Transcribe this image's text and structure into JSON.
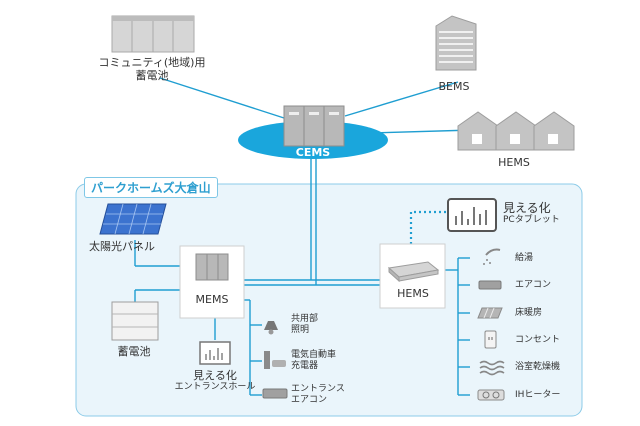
{
  "area_title": "パークホームズ大倉山",
  "cems_label": "CEMS",
  "community_battery": [
    "コミュニティ(地域)用",
    "蓄電池"
  ],
  "bems_label": "BEMS",
  "hems_top_label": "HEMS",
  "solar_label": "太陽光パネル",
  "battery_label": "蓄電池",
  "mems_label": "MEMS",
  "visual_hall": [
    "見える化",
    "エントランスホール"
  ],
  "hems_label": "HEMS",
  "tablet": [
    "見える化",
    "PCタブレット"
  ],
  "mems_devices": [
    {
      "label": [
        "共用部",
        "照明"
      ],
      "icon": "lamp-icon"
    },
    {
      "label": [
        "電気自動車",
        "充電器"
      ],
      "icon": "ev-charger-icon"
    },
    {
      "label": [
        "エントランス",
        "エアコン"
      ],
      "icon": "air-conditioner-icon"
    }
  ],
  "hems_devices": [
    {
      "label": "給湯",
      "icon": "shower-icon"
    },
    {
      "label": "エアコン",
      "icon": "air-conditioner-icon"
    },
    {
      "label": "床暖房",
      "icon": "floor-heating-icon"
    },
    {
      "label": "コンセント",
      "icon": "outlet-icon"
    },
    {
      "label": "浴室乾燥機",
      "icon": "bath-dryer-icon"
    },
    {
      "label": "IHヒーター",
      "icon": "ih-heater-icon"
    }
  ],
  "colors": {
    "line": "#1f9ed1",
    "area_fill": "#eaf5fb",
    "area_border": "#8ccbe8",
    "accent": "#2e9fd0",
    "device_gray": "#9a9a9a"
  }
}
